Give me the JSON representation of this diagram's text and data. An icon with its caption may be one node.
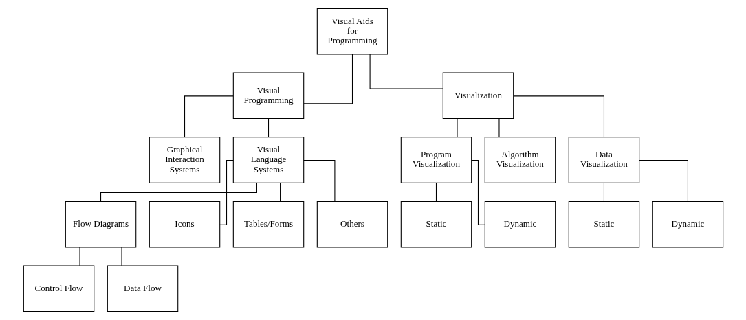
{
  "diagram": {
    "nodes": [
      {
        "text": [
          "Visual Aids for Programming"
        ]
      },
      {
        "text": [
          "Visual Programming"
        ]
      },
      {
        "text": [
          "Visualization"
        ]
      },
      {
        "text": [
          "Graphical Interaction Systems"
        ]
      },
      {
        "text": [
          "Visual Language Systems"
        ]
      },
      {
        "text": [
          "Program Visualization"
        ]
      },
      {
        "text": [
          "Algorithm Visualization"
        ]
      },
      {
        "text": [
          "Data Visualization"
        ]
      },
      {
        "text": [
          "Flow Diagrams"
        ]
      },
      {
        "text": [
          "Icons"
        ]
      },
      {
        "text": [
          "Tables/Forms"
        ]
      },
      {
        "text": [
          "Others"
        ]
      },
      {
        "text": [
          "Static"
        ]
      },
      {
        "text": [
          "Dynamic"
        ]
      },
      {
        "text": [
          "Static"
        ]
      },
      {
        "text": [
          "Dynamic"
        ]
      },
      {
        "text": [
          "Control Flow"
        ]
      },
      {
        "text": [
          "Data Flow"
        ]
      }
    ],
    "edges": [
      {
        "from": 0,
        "to": 1,
        "arrow": "none"
      },
      {
        "from": 0,
        "to": 2,
        "arrow": "none"
      },
      {
        "from": 1,
        "to": 3,
        "arrow": "none"
      },
      {
        "from": 1,
        "to": 4,
        "arrow": "none"
      },
      {
        "from": 2,
        "to": 5,
        "arrow": "none"
      },
      {
        "from": 2,
        "to": 6,
        "arrow": "none"
      },
      {
        "from": 2,
        "to": 7,
        "arrow": "none"
      },
      {
        "from": 4,
        "to": 8,
        "arrow": "none"
      },
      {
        "from": 4,
        "to": 9,
        "arrow": "none"
      },
      {
        "from": 4,
        "to": 10,
        "arrow": "none"
      },
      {
        "from": 4,
        "to": 11,
        "arrow": "none"
      },
      {
        "from": 5,
        "to": 12,
        "arrow": "none"
      },
      {
        "from": 5,
        "to": 13,
        "arrow": "none"
      },
      {
        "from": 7,
        "to": 14,
        "arrow": "none"
      },
      {
        "from": 7,
        "to": 15,
        "arrow": "none"
      },
      {
        "from": 8,
        "to": 16,
        "arrow": "none"
      },
      {
        "from": 8,
        "to": 17,
        "arrow": "none"
      }
    ]
  }
}
